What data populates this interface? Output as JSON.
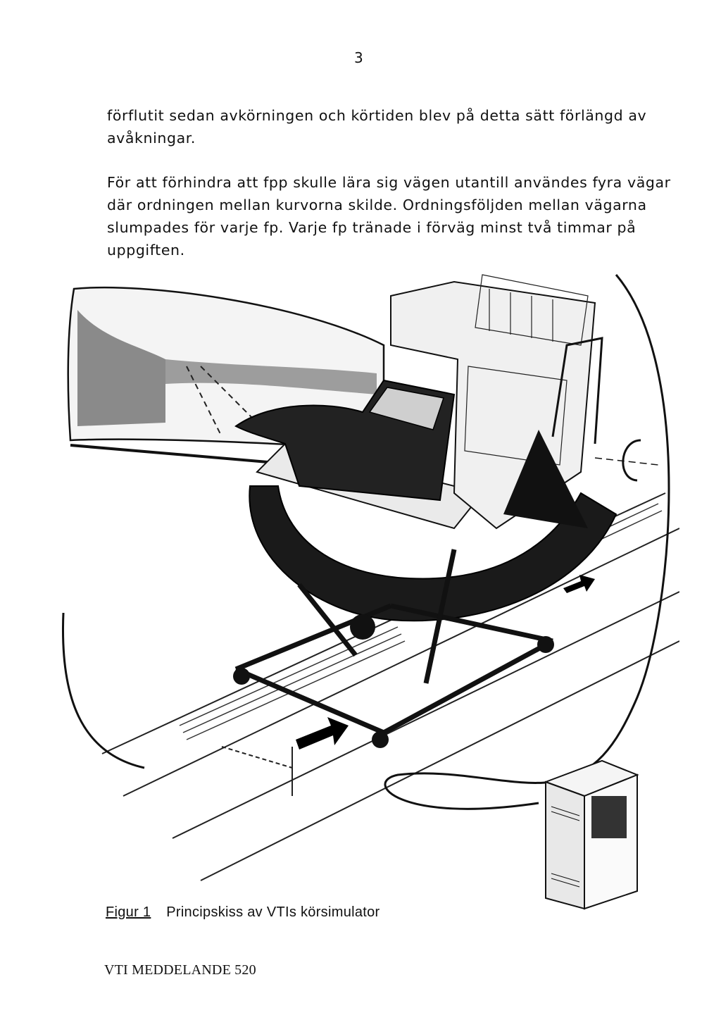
{
  "page_number": "3",
  "paragraphs": [
    {
      "lines": [
        "förflutit sedan avkörningen och körtiden blev på detta sätt förlängd av",
        "avåkningar."
      ]
    },
    {
      "lines": [
        "För att förhindra att fpp skulle lära sig vägen utantill användes fyra vägar",
        "där ordningen mellan kurvorna skilde. Ordningsföljden mellan vägarna",
        "slumpades för varje fp. Varje fp tränade i förväg minst två timmar på",
        "uppgiften."
      ]
    }
  ],
  "figure": {
    "caption_label": "Figur 1",
    "caption_text": "Principskiss av VTIs körsimulator"
  },
  "footer": "VTI MEDDELANDE 520"
}
